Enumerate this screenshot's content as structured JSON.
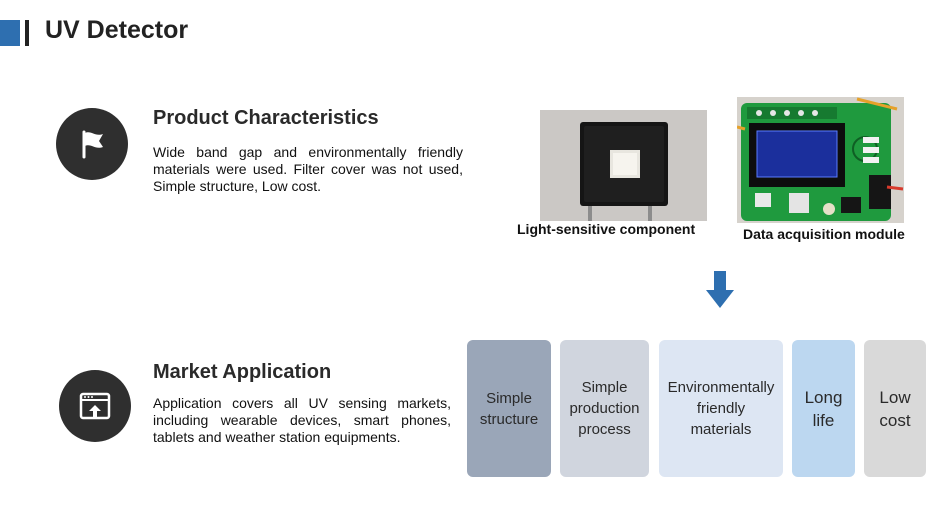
{
  "page": {
    "title": "UV Detector"
  },
  "product": {
    "heading": "Product Characteristics",
    "body": "Wide band gap and environmentally friendly materials were used. Filter cover was not used, Simple structure, Low cost.",
    "icon": "flag-icon"
  },
  "market": {
    "heading": "Market Application",
    "body": "Application covers all UV sensing markets, including wearable devices, smart phones, tablets and weather station equipments.",
    "icon": "upload-window-icon"
  },
  "images": {
    "component_caption": "Light-sensitive component",
    "module_caption": "Data acquisition module"
  },
  "features": [
    {
      "label": "Simple structure",
      "color": "#9aa6b8"
    },
    {
      "label": "Simple production process",
      "color": "#d0d5de"
    },
    {
      "label": "Environmentally friendly materials",
      "color": "#dde6f3"
    },
    {
      "label": "Long life",
      "color": "#bcd7f0"
    },
    {
      "label": "Low cost",
      "color": "#d9d9d9"
    }
  ],
  "colors": {
    "accent": "#2e6fb0",
    "arrow": "#2e6fb0",
    "icon_circle": "#2f2f2f"
  }
}
